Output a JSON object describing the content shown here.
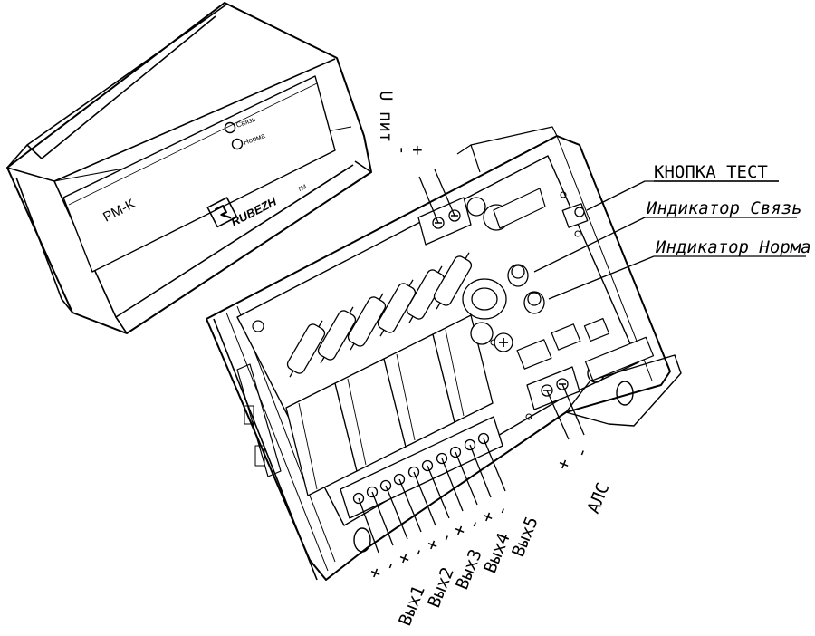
{
  "device": {
    "model": "PM-K",
    "brand": "RUBEZH",
    "trademark": "TM",
    "led_labels": [
      "Связь",
      "Норма"
    ]
  },
  "callouts": {
    "test_button": "КНОПКА ТЕСТ",
    "indicator_link": "Индикатор Связь",
    "indicator_normal": "Индикатор Норма"
  },
  "power": {
    "label": "U пит",
    "minus": "-",
    "plus": "+"
  },
  "als": {
    "plus": "+",
    "minus": "-",
    "label": "АЛС"
  },
  "outputs": [
    {
      "plus": "+",
      "minus": "-",
      "label": "Вых1"
    },
    {
      "plus": "+",
      "minus": "-",
      "label": "Вых2"
    },
    {
      "plus": "+",
      "minus": "-",
      "label": "Вых3"
    },
    {
      "plus": "+",
      "minus": "-",
      "label": "Вых4"
    },
    {
      "plus": "+",
      "minus": "-",
      "label": "Вых5"
    }
  ],
  "icons": [
    "led-icon",
    "relay-icon",
    "terminal-screw-icon",
    "logo-icon"
  ]
}
